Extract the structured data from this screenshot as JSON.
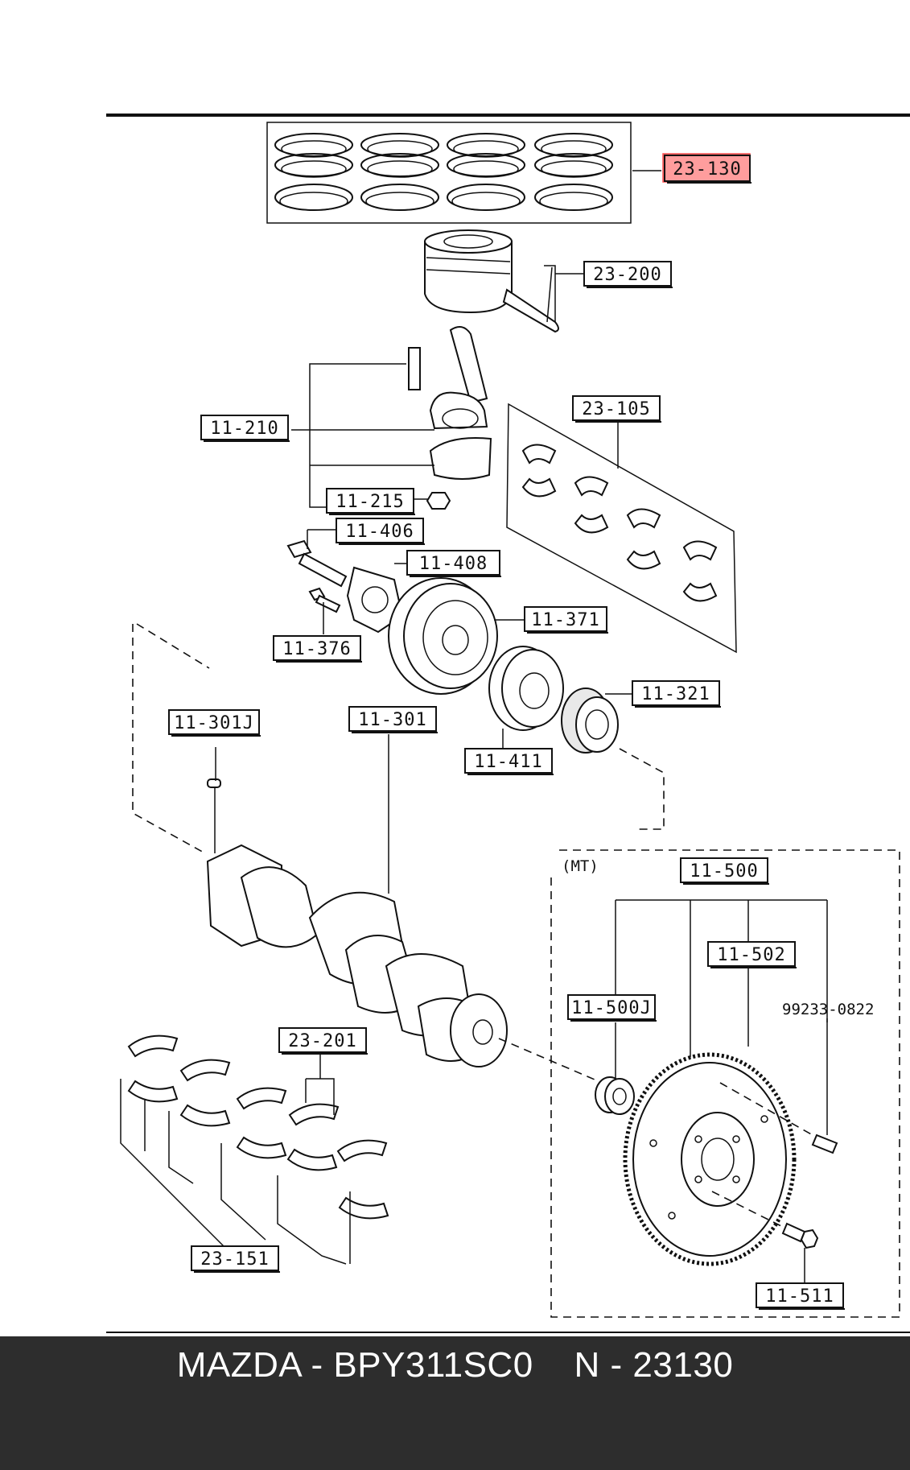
{
  "diagram": {
    "section_label": "(MT)",
    "highlight_color": "#ff4d4d",
    "callouts": [
      {
        "id": "23-130",
        "label": "23-130",
        "highlighted": true
      },
      {
        "id": "23-200",
        "label": "23-200"
      },
      {
        "id": "23-105",
        "label": "23-105"
      },
      {
        "id": "11-210",
        "label": "11-210"
      },
      {
        "id": "11-215",
        "label": "11-215"
      },
      {
        "id": "11-406",
        "label": "11-406"
      },
      {
        "id": "11-408",
        "label": "11-408"
      },
      {
        "id": "11-371",
        "label": "11-371"
      },
      {
        "id": "11-376",
        "label": "11-376"
      },
      {
        "id": "11-321",
        "label": "11-321"
      },
      {
        "id": "11-301J",
        "label": "11-301J"
      },
      {
        "id": "11-301",
        "label": "11-301"
      },
      {
        "id": "11-411",
        "label": "11-411"
      },
      {
        "id": "11-500",
        "label": "11-500"
      },
      {
        "id": "11-502",
        "label": "11-502"
      },
      {
        "id": "11-500J",
        "label": "11-500J"
      },
      {
        "id": "23-201",
        "label": "23-201"
      },
      {
        "id": "23-151",
        "label": "23-151"
      },
      {
        "id": "11-511",
        "label": "11-511"
      }
    ],
    "plain_labels": [
      {
        "id": "99233-0822",
        "label": "99233-0822"
      }
    ]
  },
  "footer": {
    "text": "MAZDA - BPY311SC0    N - 23130",
    "background": "#2d2d2d"
  }
}
